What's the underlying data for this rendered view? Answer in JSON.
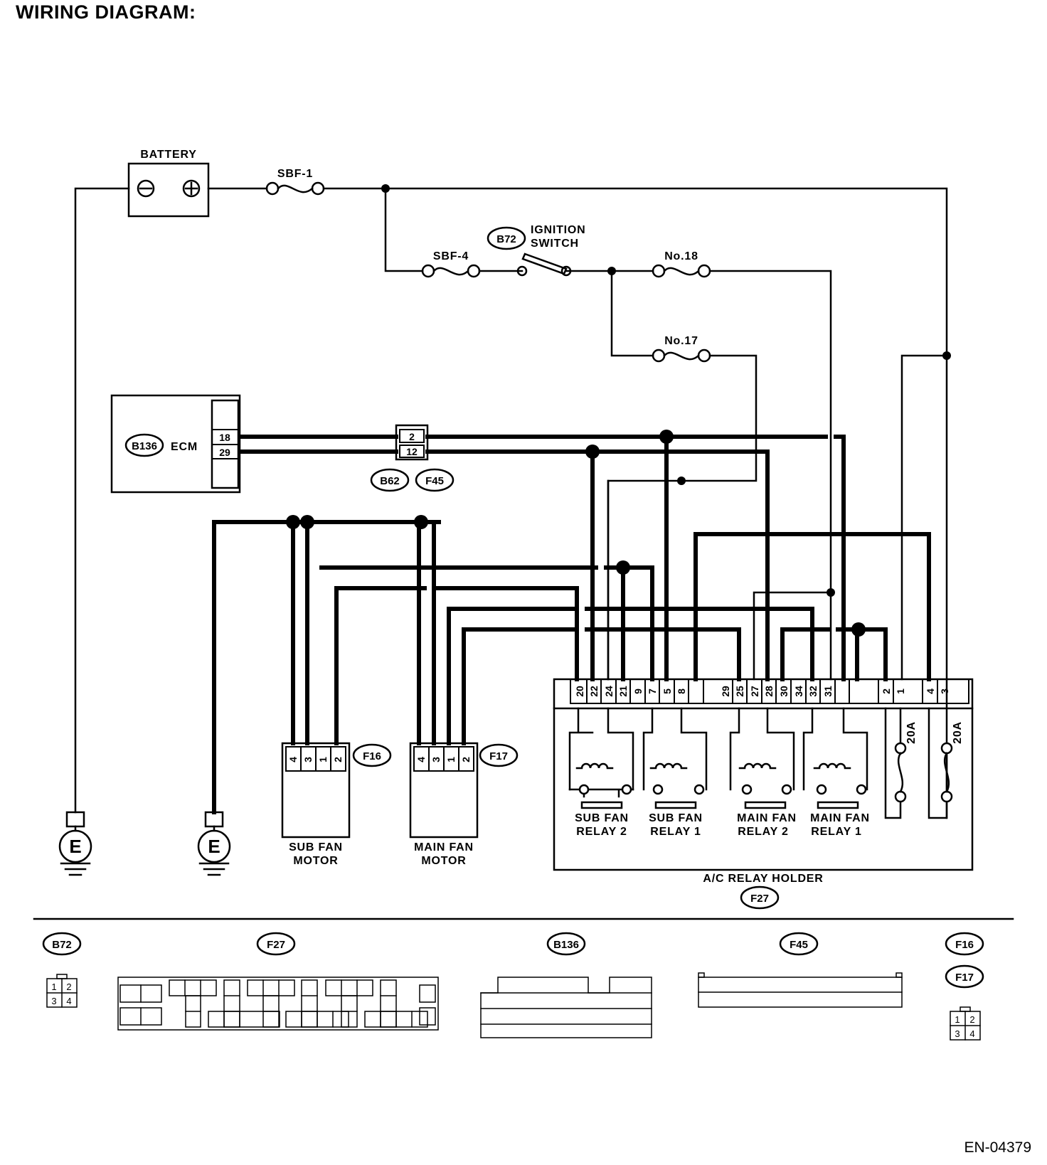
{
  "title": "WIRING DIAGRAM:",
  "diagram_code": "EN-04379",
  "labels": {
    "battery": "BATTERY",
    "sbf1": "SBF-1",
    "sbf4": "SBF-4",
    "ign_code": "B72",
    "ign_line1": "IGNITION",
    "ign_line2": "SWITCH",
    "fuse18": "No.18",
    "fuse17": "No.17",
    "ecm_code": "B136",
    "ecm": "ECM",
    "ecm_pin18": "18",
    "ecm_pin29": "29",
    "b62_pin2": "2",
    "b62_pin12": "12",
    "b62": "B62",
    "f45": "F45",
    "ground": "E",
    "f16": "F16",
    "f17": "F17",
    "sub_fan_motor_1": "SUB FAN",
    "sub_fan_motor_2": "MOTOR",
    "main_fan_motor_1": "MAIN FAN",
    "main_fan_motor_2": "MOTOR",
    "relay_holder": "A/C RELAY HOLDER",
    "f27": "F27",
    "fuse_20a": "20A",
    "sub_fan_relay2_1": "SUB FAN",
    "sub_fan_relay2_2": "RELAY 2",
    "sub_fan_relay1_1": "SUB FAN",
    "sub_fan_relay1_2": "RELAY 1",
    "main_fan_relay2_1": "MAIN FAN",
    "main_fan_relay2_2": "RELAY 2",
    "main_fan_relay1_1": "MAIN FAN",
    "main_fan_relay1_2": "RELAY 1"
  },
  "motor_pins": [
    "4",
    "3",
    "1",
    "2"
  ],
  "relay_holder_pins": [
    "20",
    "22",
    "24",
    "21",
    "9",
    "7",
    "5",
    "8",
    "29",
    "25",
    "27",
    "28",
    "30",
    "34",
    "32",
    "31",
    "2",
    "1",
    "4",
    "3"
  ],
  "legend": {
    "b72": {
      "code": "B72",
      "rows": [
        [
          "1",
          "2"
        ],
        [
          "3",
          "4"
        ]
      ]
    },
    "f27": {
      "code": "F27"
    },
    "b136": {
      "code": "B136"
    },
    "f45": {
      "code": "F45"
    },
    "f16": {
      "code": "F16"
    },
    "f17": {
      "code": "F17",
      "rows": [
        [
          "1",
          "2"
        ],
        [
          "3",
          "4"
        ]
      ]
    }
  }
}
